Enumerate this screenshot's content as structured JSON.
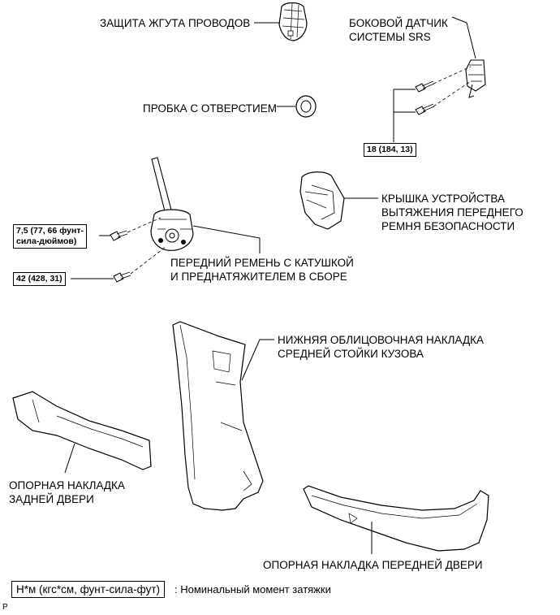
{
  "labels": {
    "harness_protector": "ЗАЩИТА ЖГУТА ПРОВОДОВ",
    "srs_sensor": [
      "БОКОВОЙ ДАТЧИК",
      "СИСТЕМЫ SRS"
    ],
    "hole_plug": "ПРОБКА С ОТВЕРСТИЕМ",
    "pretensioner_cover": [
      "КРЫШКА УСТРОЙСТВА",
      "ВЫТЯЖЕНИЯ ПЕРЕДНЕГО",
      "РЕМНЯ БЕЗОПАСНОСТИ"
    ],
    "belt_assembly": [
      "ПЕРЕДНИЙ РЕМЕНЬ С КАТУШКОЙ",
      "И ПРЕДНАТЯЖИТЕЛЕМ В СБОРЕ"
    ],
    "pillar_garnish": [
      "НИЖНЯЯ ОБЛИЦОВОЧНАЯ НАКЛАДКА",
      "СРЕДНЕЙ СТОЙКИ КУЗОВА"
    ],
    "rear_scuff": [
      "ОПОРНАЯ НАКЛАДКА",
      "ЗАДНЕЙ ДВЕРИ"
    ],
    "front_scuff": "ОПОРНАЯ НАКЛАДКА ПЕРЕДНЕЙ ДВЕРИ"
  },
  "torque": {
    "sensor_bolts": "18 (184, 13)",
    "belt_upper": [
      "7,5 (77, 66 фунт-",
      "сила-дюймов)"
    ],
    "belt_lower": "42 (428, 31)"
  },
  "legend": {
    "box": "Н*м (кгс*см, фунт-сила-фут)",
    "text": ": Номинальный момент затяжки"
  },
  "corner_mark": "P"
}
